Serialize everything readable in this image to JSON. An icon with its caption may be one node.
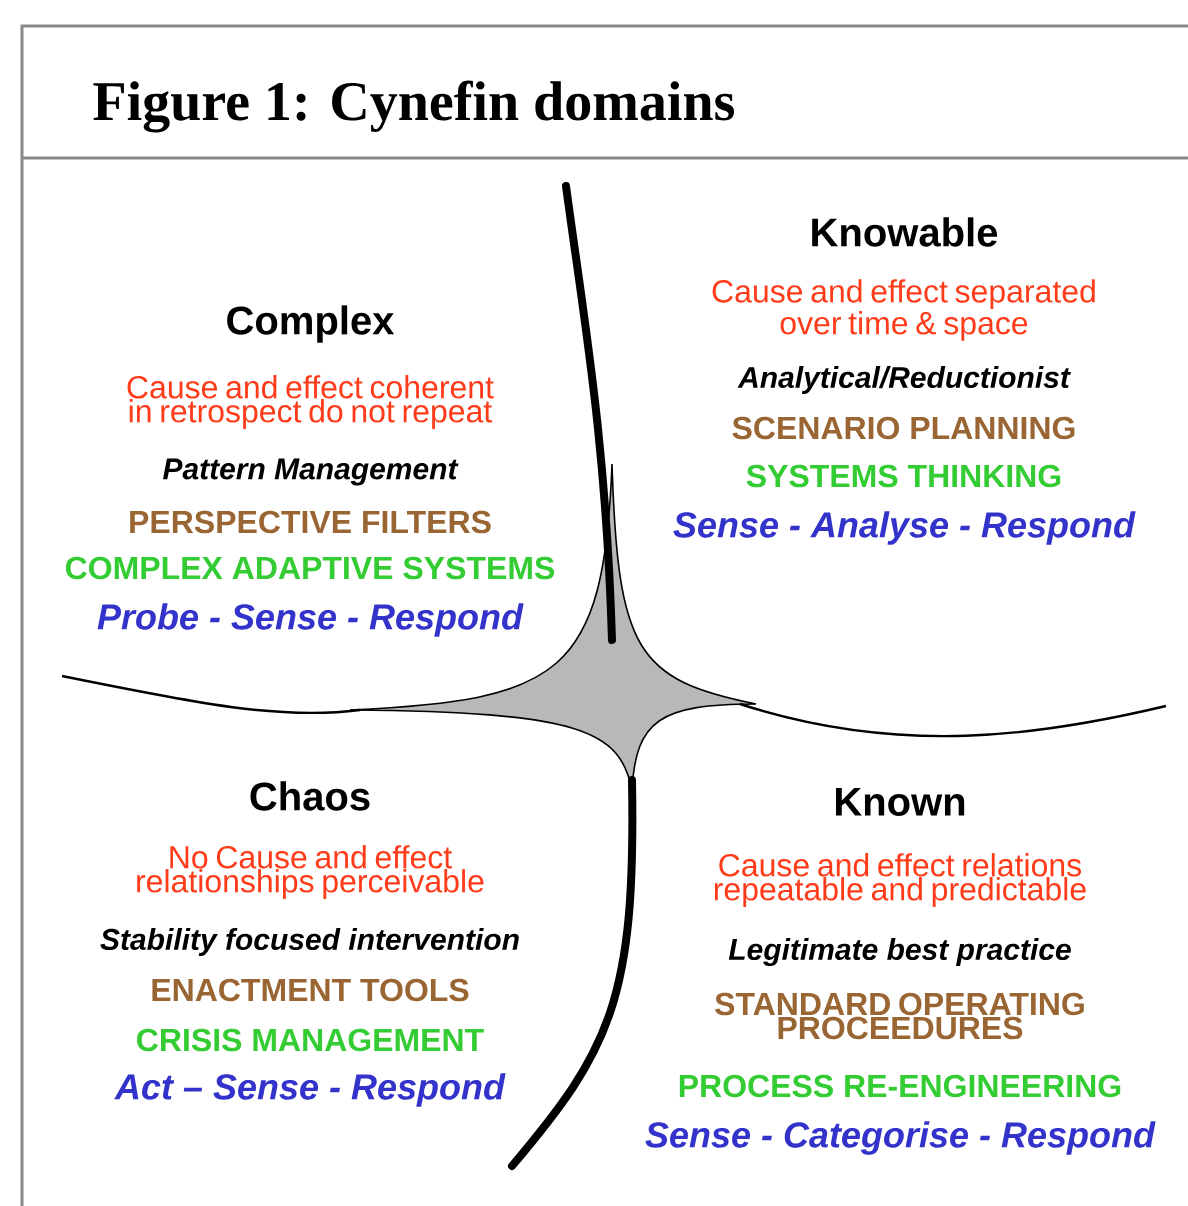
{
  "diagram": {
    "title": "Figure 1: Cynefin domains",
    "labels": [
      "Complex",
      "Cause and effect coherent in retrospect do not repeat",
      "Pattern Management",
      "PERSPECTIVE FILTERS",
      "COMPLEX ADAPTIVE SYSTEMS",
      "Probe - Sense - Respond",
      "Knowable",
      "Cause and effect separated over time & space",
      "Analytical/Reductionist",
      "SCENARIO PLANNING",
      "SYSTEMS THINKING",
      "Sense - Analyse - Respond",
      "Chaos",
      "No Cause and effect relationships perceivable",
      "Stability focused intervention",
      "ENACTMENT TOOLS",
      "CRISIS MANAGEMENT",
      "Act – Sense - Respond",
      "Known",
      "Cause and effect relations repeatable and predictable",
      "Legitimate best practice",
      "STANDARD OPERATING PROCEEDURES",
      "PROCESS RE-ENGINEERING",
      "Sense - Categorise - Respond"
    ]
  }
}
